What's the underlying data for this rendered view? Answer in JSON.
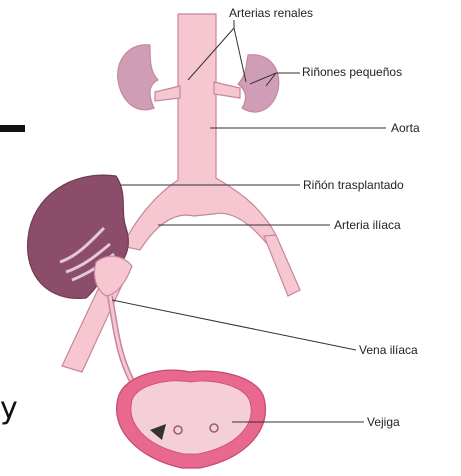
{
  "labels": {
    "renal_arteries": "Arterias renales",
    "small_kidneys": "Riñones pequeños",
    "aorta": "Aorta",
    "transplanted_kidney": "Riñón trasplantado",
    "iliac_artery": "Arteria ilíaca",
    "iliac_vein": "Vena ilíaca",
    "bladder": "Vejiga"
  },
  "fragment_text": "y",
  "colors": {
    "vessel": "#f6c7d1",
    "vessel_outline": "#c7869a",
    "native_kidney": "#cf9eb6",
    "transplant_kidney": "#8c4d6b",
    "bladder_wall": "#e9688d",
    "bladder_inner": "#f4cfd8"
  }
}
